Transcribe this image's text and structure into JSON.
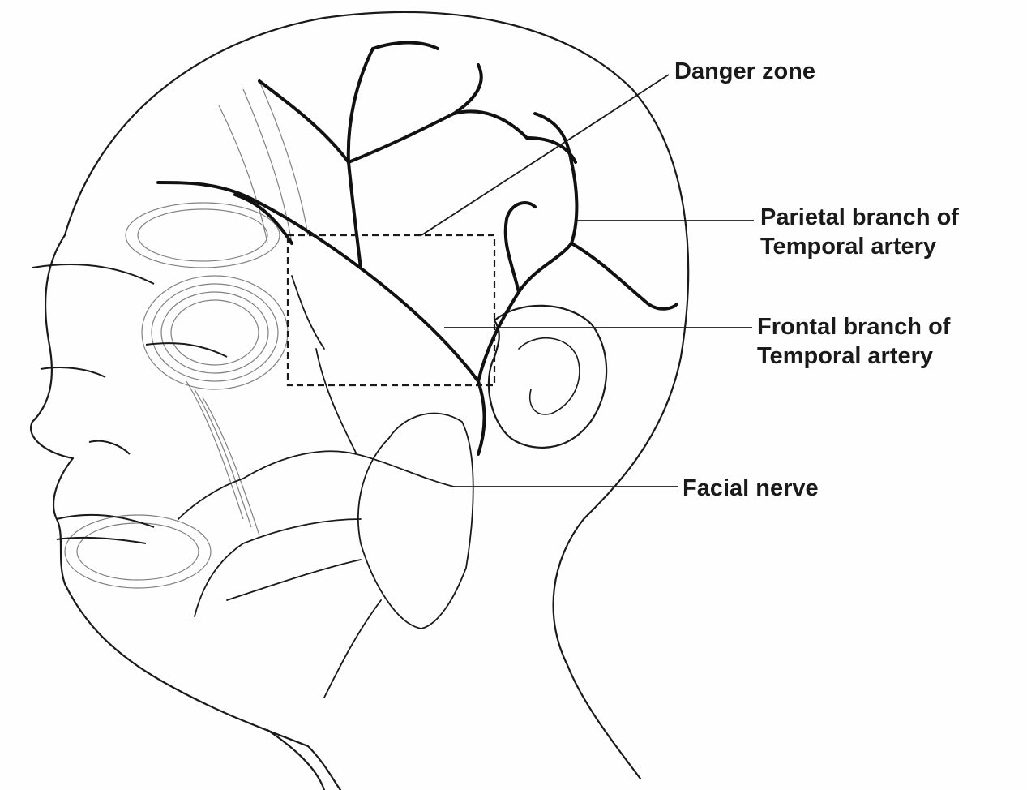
{
  "labels": {
    "danger_zone": "Danger zone",
    "parietal_line1": "Parietal branch of",
    "parietal_line2": "Temporal artery",
    "frontal_line1": "Frontal branch of",
    "frontal_line2": "Temporal artery",
    "facial_nerve": "Facial nerve"
  },
  "colors": {
    "line": "#1a1a1a",
    "background": "#fefefe",
    "muscle_shading": "#6b6b6b"
  }
}
